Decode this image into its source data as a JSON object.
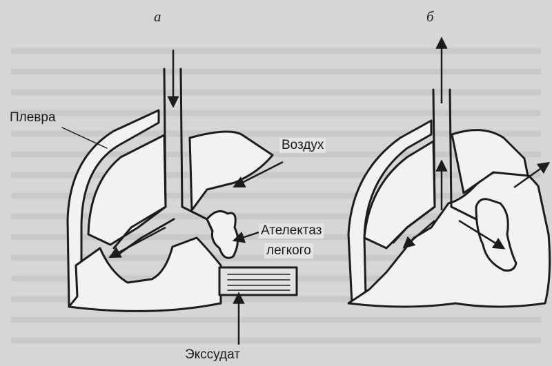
{
  "panels": [
    {
      "id": "a",
      "label": "а"
    },
    {
      "id": "b",
      "label": "б"
    }
  ],
  "labels": {
    "pleura": "Плевра",
    "air": "Воздух",
    "atelectasis_line1": "Ателектаз",
    "atelectasis_line2": "легкого",
    "exudate": "Экссудат"
  },
  "colors": {
    "background": "#d6d6d6",
    "lung_fill": "#f2f2f2",
    "outline": "#1c1c1c",
    "exudate_fill": "#e2e2e2"
  }
}
